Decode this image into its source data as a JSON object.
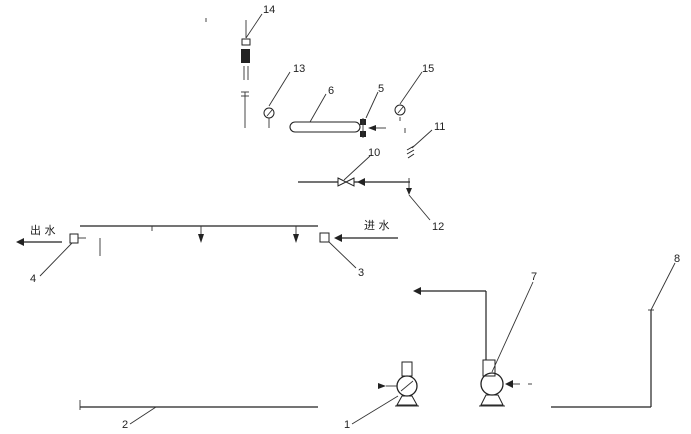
{
  "labels": {
    "l1": "1",
    "l2": "2",
    "l3": "3",
    "l4": "4",
    "l5": "5",
    "l6": "6",
    "l7": "7",
    "l8": "8",
    "l10": "10",
    "l11": "11",
    "l12": "12",
    "l13": "13",
    "l14": "14",
    "l15": "15"
  },
  "flow": {
    "outlet": "出 水",
    "inlet": "进 水"
  }
}
